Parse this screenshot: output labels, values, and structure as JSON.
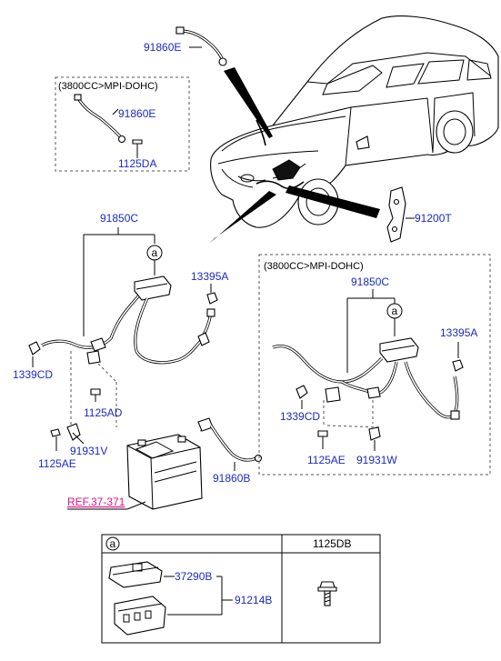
{
  "labels": {
    "p91860E_top": "91860E",
    "note_top": "(3800CC>MPI-DOHC)",
    "p91860E_box": "91860E",
    "p1125DA": "1125DA",
    "p91200T": "91200T",
    "p91850C_left": "91850C",
    "marker_a_left": "a",
    "p13395A_left": "13395A",
    "p1339CD_left": "1339CD",
    "p1125AD": "1125AD",
    "p91931V": "91931V",
    "p1125AE_left": "1125AE",
    "p91860B": "91860B",
    "ref": "REF.37-371",
    "note_right": "(3800CC>MPI-DOHC)",
    "p91850C_right": "91850C",
    "marker_a_right": "a",
    "p13395A_right": "13395A",
    "p1339CD_right": "1339CD",
    "p1125AE_right": "1125AE",
    "p91931W": "91931W"
  },
  "table": {
    "col_a_marker": "a",
    "col_b_header": "1125DB",
    "p37290B": "37290B",
    "p91214B": "91214B"
  },
  "colors": {
    "part_number": "#1a2bbf",
    "reference": "#e0148a"
  }
}
